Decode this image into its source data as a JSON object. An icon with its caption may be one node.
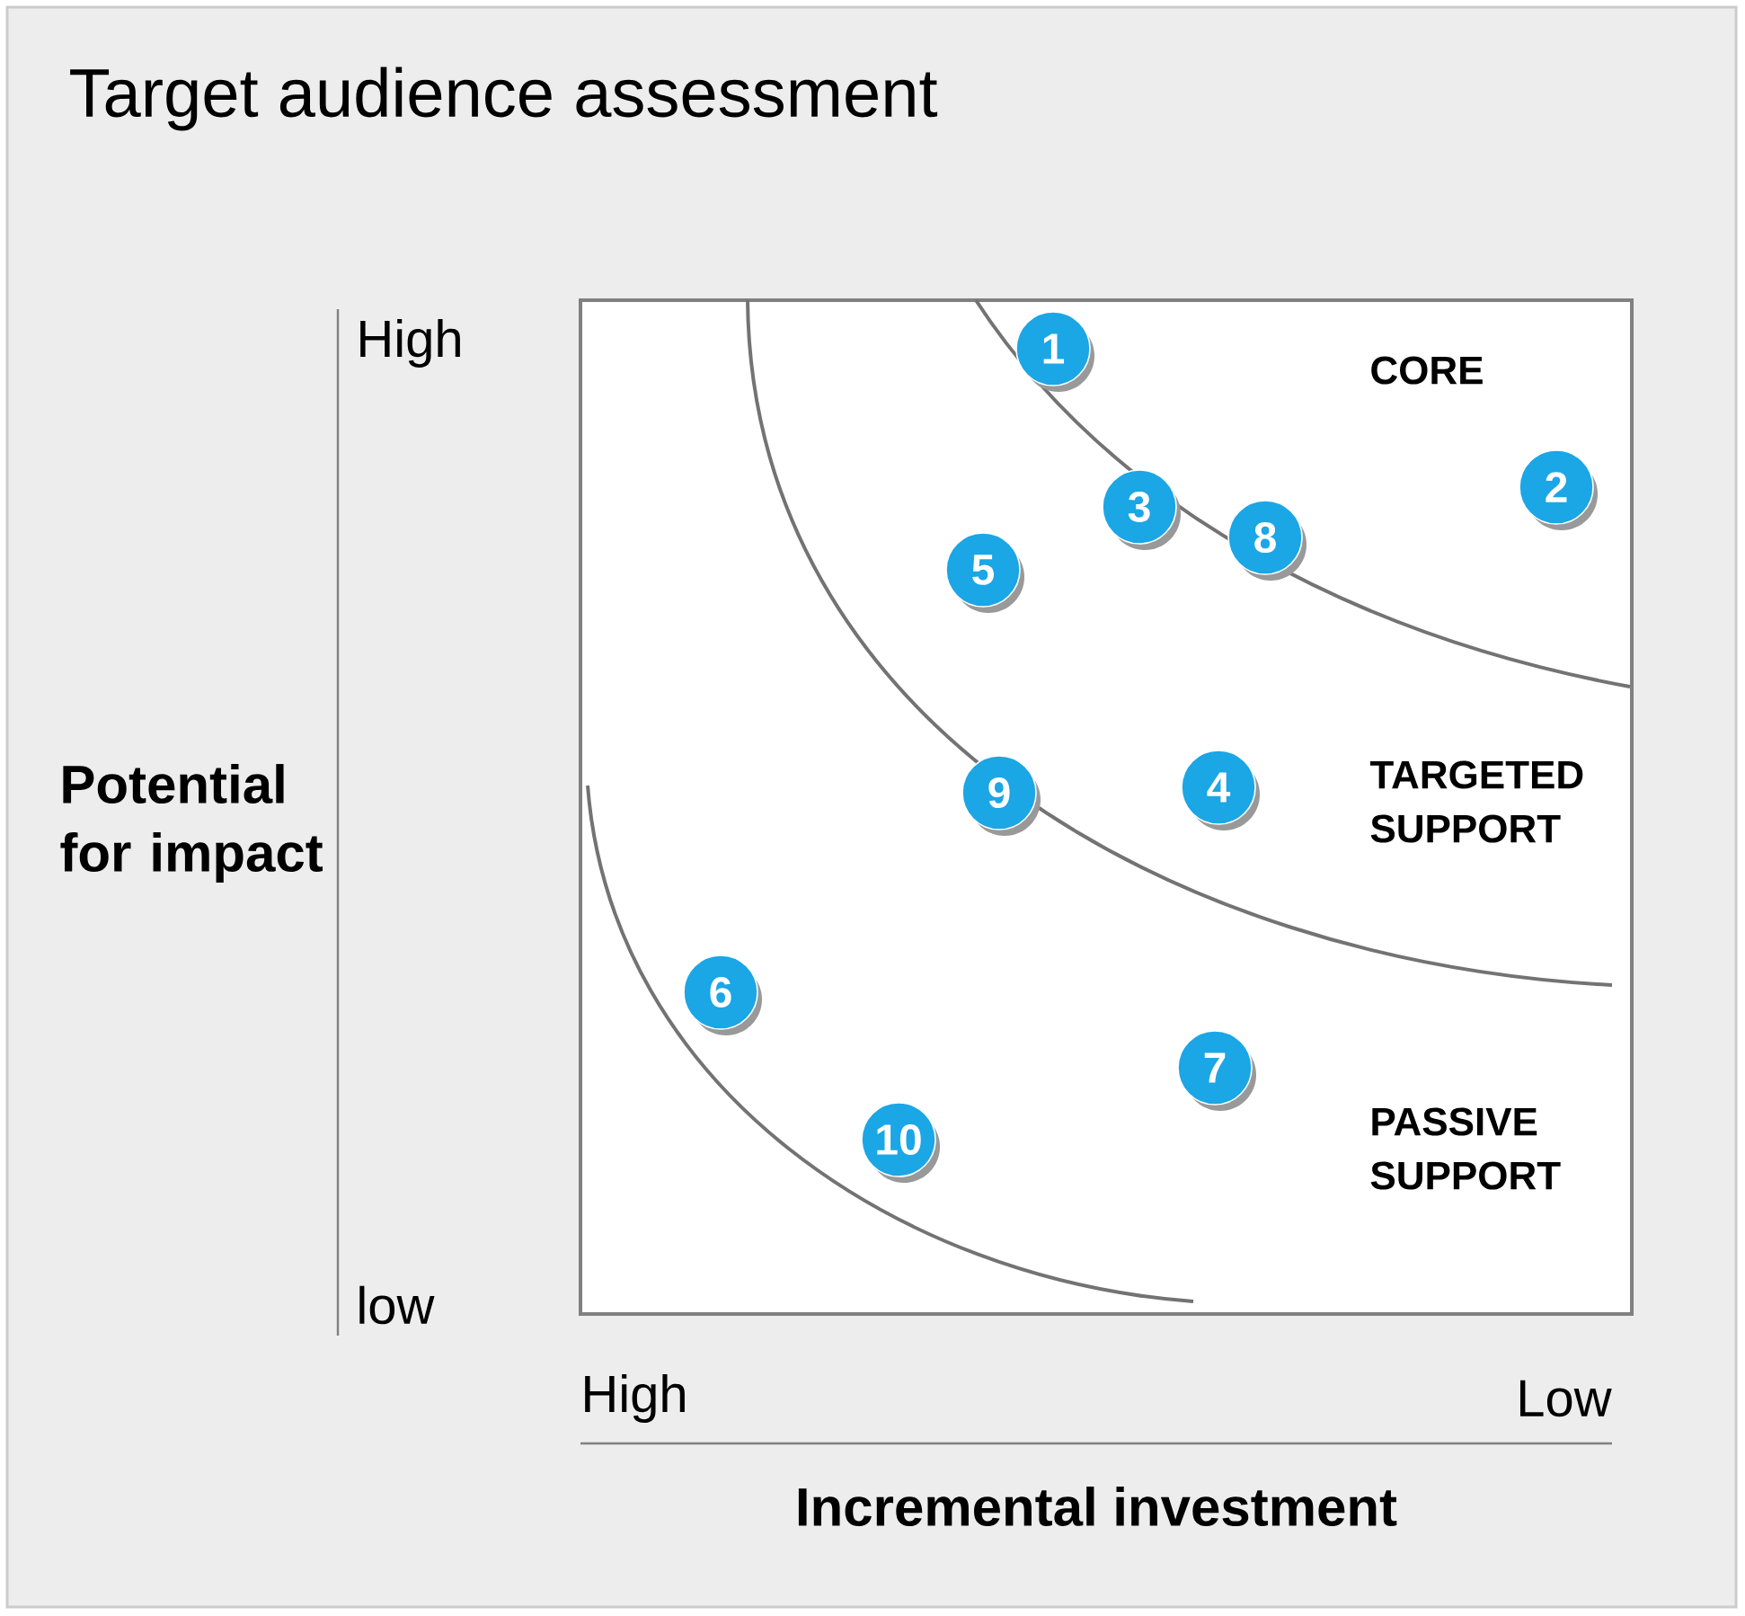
{
  "diagram": {
    "title": "Target audience assessment",
    "nodes": [
      {
        "text": [
          "1"
        ]
      },
      {
        "text": [
          "2"
        ]
      },
      {
        "text": [
          "3"
        ]
      },
      {
        "text": [
          "8"
        ]
      },
      {
        "text": [
          "5"
        ]
      },
      {
        "text": [
          "4"
        ]
      },
      {
        "text": [
          "9"
        ]
      },
      {
        "text": [
          "6"
        ]
      },
      {
        "text": [
          "7"
        ]
      },
      {
        "text": [
          "10"
        ]
      }
    ],
    "labels": [
      "High",
      "CORE",
      "TARGETED SUPPORT",
      "Potential for impact",
      "PASSIVE SUPPORT",
      "low",
      "High",
      "Low",
      "Incremental investment"
    ]
  }
}
